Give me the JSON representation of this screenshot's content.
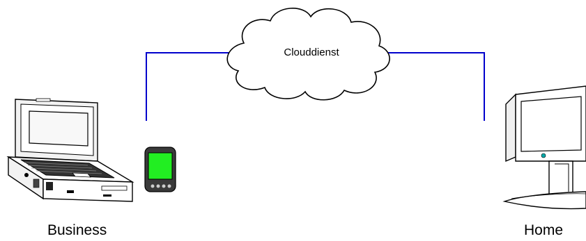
{
  "cloud": {
    "label": "Clouddienst",
    "icon": "cloud-icon"
  },
  "connection": {
    "color": "#0000cc"
  },
  "nodes": {
    "business": {
      "label": "Business",
      "devices": [
        "laptop-icon",
        "pda-icon"
      ],
      "pda_screen_color": "#22ee22"
    },
    "home": {
      "label": "Home",
      "devices": [
        "monitor-icon"
      ],
      "indicator_color": "#00aaaa"
    }
  }
}
